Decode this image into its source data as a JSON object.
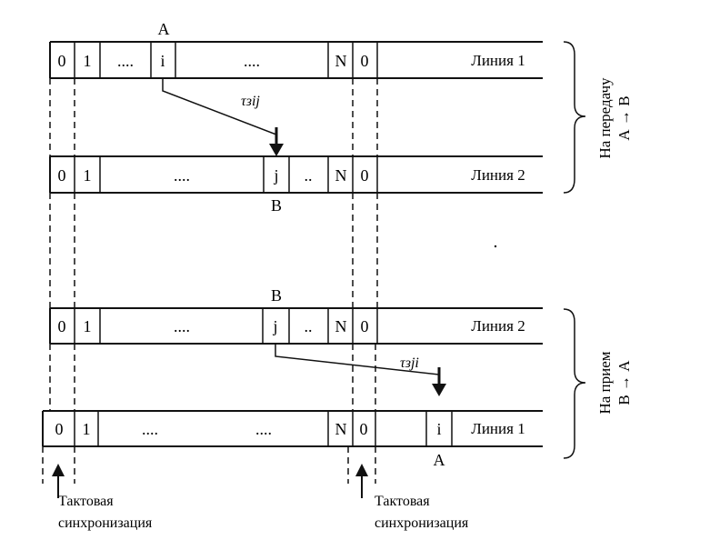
{
  "diagram": {
    "rows": [
      {
        "label": "Линия 1",
        "cells": [
          "0",
          "1",
          "....",
          "i",
          "....",
          "N",
          "0"
        ],
        "marker_top": "A"
      },
      {
        "label": "Линия 2",
        "cells": [
          "0",
          "1",
          "....",
          "j",
          "..",
          "N",
          "0"
        ],
        "marker_bottom": "B"
      },
      {
        "label": "Линия 2",
        "cells": [
          "0",
          "1",
          "....",
          "j",
          "..",
          "N",
          "0"
        ],
        "marker_top": "B"
      },
      {
        "label": "Линия 1",
        "cells": [
          "0",
          "1",
          "....",
          "....",
          "N",
          "0",
          "i"
        ],
        "marker_bottom": "A"
      }
    ],
    "delays": {
      "transmit": "τзij",
      "receive": "τзji"
    },
    "side_labels": {
      "transmit_line1": "На передачу",
      "transmit_line2": "А → В",
      "receive_line1": "На прием",
      "receive_line2": "В → А"
    },
    "sync_caption_line1": "Тактовая",
    "sync_caption_line2": "синхронизация"
  }
}
